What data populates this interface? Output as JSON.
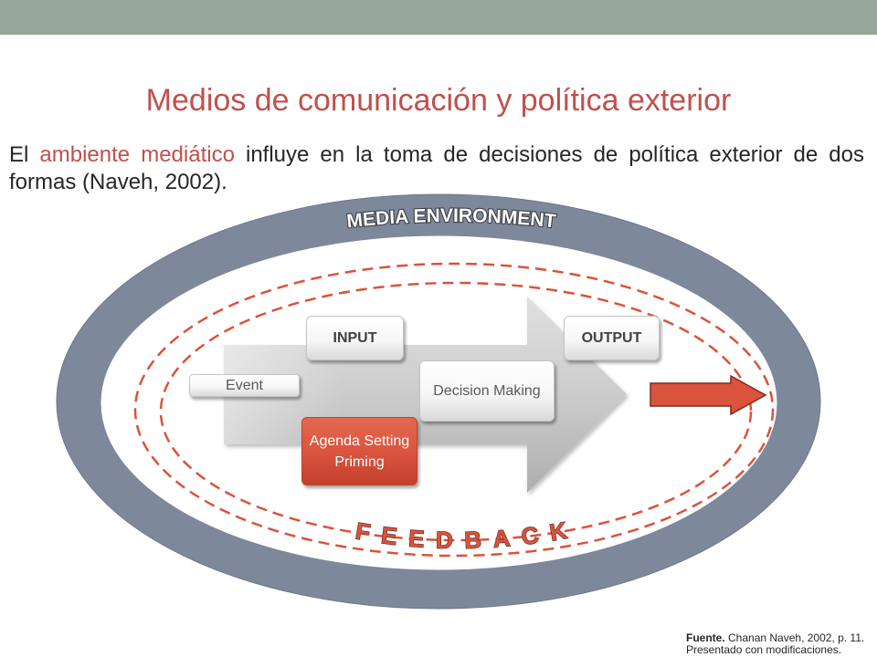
{
  "slide": {
    "title": "Medios de comunicación y política exterior",
    "body": {
      "prefix": "El ",
      "highlight": "ambiente mediático",
      "suffix": " influye en la toma de decisiones de política exterior de dos formas (Naveh, 2002)."
    }
  },
  "diagram": {
    "outer_label": "MEDIA ENVIRONMENT",
    "feedback_label": "FEEDBACK",
    "boxes": {
      "input": "INPUT",
      "output": "OUTPUT",
      "event": "Event",
      "decision": "Decision Making",
      "agenda_line1": "Agenda Setting",
      "agenda_line2": "Priming"
    },
    "icons": {
      "process_arrow": "large-gray-arrow-icon",
      "output_arrow": "red-right-arrow-icon"
    }
  },
  "footer": {
    "source_label": "Fuente.",
    "source_text": " Chanan Naveh, 2002, p. 11.",
    "note": "Presentado con modificaciones."
  },
  "colors": {
    "accent": "#C0504D",
    "top_bar": "#95A597",
    "ring": "#7E889B",
    "agenda_box": "#D9533D",
    "feedback_dash": "#D9533D"
  }
}
